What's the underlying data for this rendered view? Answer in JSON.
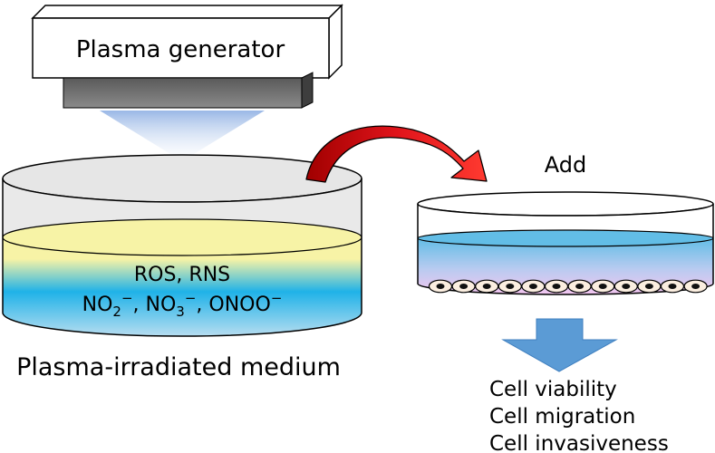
{
  "generator": {
    "label": "Plasma generator"
  },
  "large_dish": {
    "species_line1": "ROS, RNS",
    "species_line2": [
      {
        "text": "NO"
      },
      {
        "text": "2",
        "sub": true
      },
      {
        "text": "−",
        "sup": true
      },
      {
        "text": ", NO"
      },
      {
        "text": "3",
        "sub": true
      },
      {
        "text": "−",
        "sup": true
      },
      {
        "text": ", ONOO"
      },
      {
        "text": "−",
        "sup": true
      }
    ],
    "caption": "Plasma-irradiated medium"
  },
  "transfer": {
    "label": "Add"
  },
  "outcomes": [
    "Cell viability",
    "Cell migration",
    "Cell invasiveness"
  ],
  "colors": {
    "arrow_red": "#e0141b",
    "arrow_blue": "#5b9bd5",
    "medium_yellow": "#f7f3a6",
    "medium_cyan": "#1fb2e8",
    "small_medium_blue": "#62bde6",
    "small_medium_pink": "#f3c6f0"
  },
  "icons": [
    "curved-arrow-icon",
    "down-arrow-icon",
    "cell-icon"
  ]
}
